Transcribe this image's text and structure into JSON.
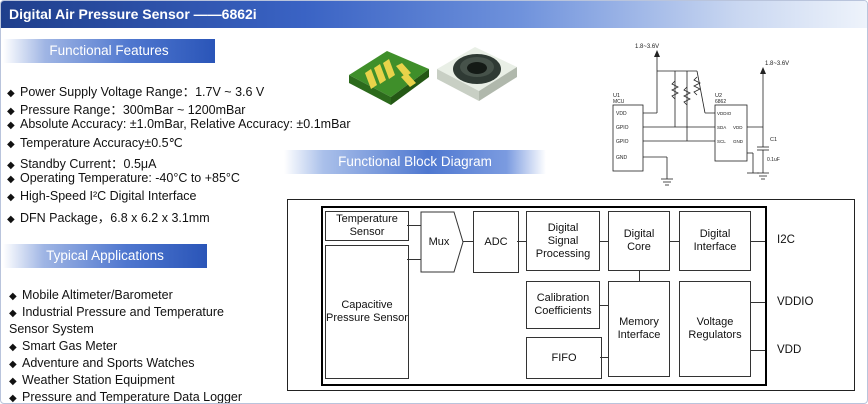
{
  "title": "Digital Air Pressure Sensor ——6862i",
  "features": {
    "heading": "Functional Features",
    "items": [
      "Power Supply Voltage Range：1.7V ~ 3.6 V",
      "Pressure Range：300mBar ~ 1200mBar",
      "Absolute Accuracy: ±1.0mBar, Relative Accuracy: ±0.1mBar",
      "Temperature Accuracy±0.5℃",
      "Standby Current：0.5μA",
      "Operating Temperature: -40°C to +85°C",
      "High-Speed I²C Digital Interface",
      "DFN Package，6.8 x 6.2 x 3.1mm"
    ]
  },
  "applications": {
    "heading": "Typical Applications",
    "items": [
      "Mobile Altimeter/Barometer",
      "Industrial Pressure and Temperature",
      "Sensor System",
      "Smart Gas Meter",
      "Adventure and Sports Watches",
      "Weather Station Equipment",
      "Pressure and Temperature Data Logger"
    ]
  },
  "block_diagram": {
    "heading": "Functional Block Diagram",
    "blocks": {
      "temp_sensor": "Temperature Sensor",
      "cap_sensor": "Capacitive Pressure Sensor",
      "mux": "Mux",
      "adc": "ADC",
      "dsp": "Digital Signal Processing",
      "core": "Digital Core",
      "dig_if": "Digital Interface",
      "calib": "Calibration Coefficients",
      "mem_if": "Memory Interface",
      "volt_reg": "Voltage Regulators",
      "fifo": "FIFO"
    },
    "pins": [
      "I2C",
      "VDDIO",
      "VDD"
    ]
  },
  "schematic": {
    "supply_left": "1.8~3.6V",
    "supply_right": "1.8~3.6V",
    "u1": "U1",
    "u1_part": "MCU",
    "u2": "U2",
    "u2_part": "6862",
    "u1_pins": [
      "VDD",
      "GPIO",
      "GPIO",
      "GND"
    ],
    "u2_pins": [
      "VDDIO",
      "SDA",
      "SCL",
      "VDD",
      "GND"
    ],
    "c1": "C1",
    "c1_value": "0.1uF"
  }
}
